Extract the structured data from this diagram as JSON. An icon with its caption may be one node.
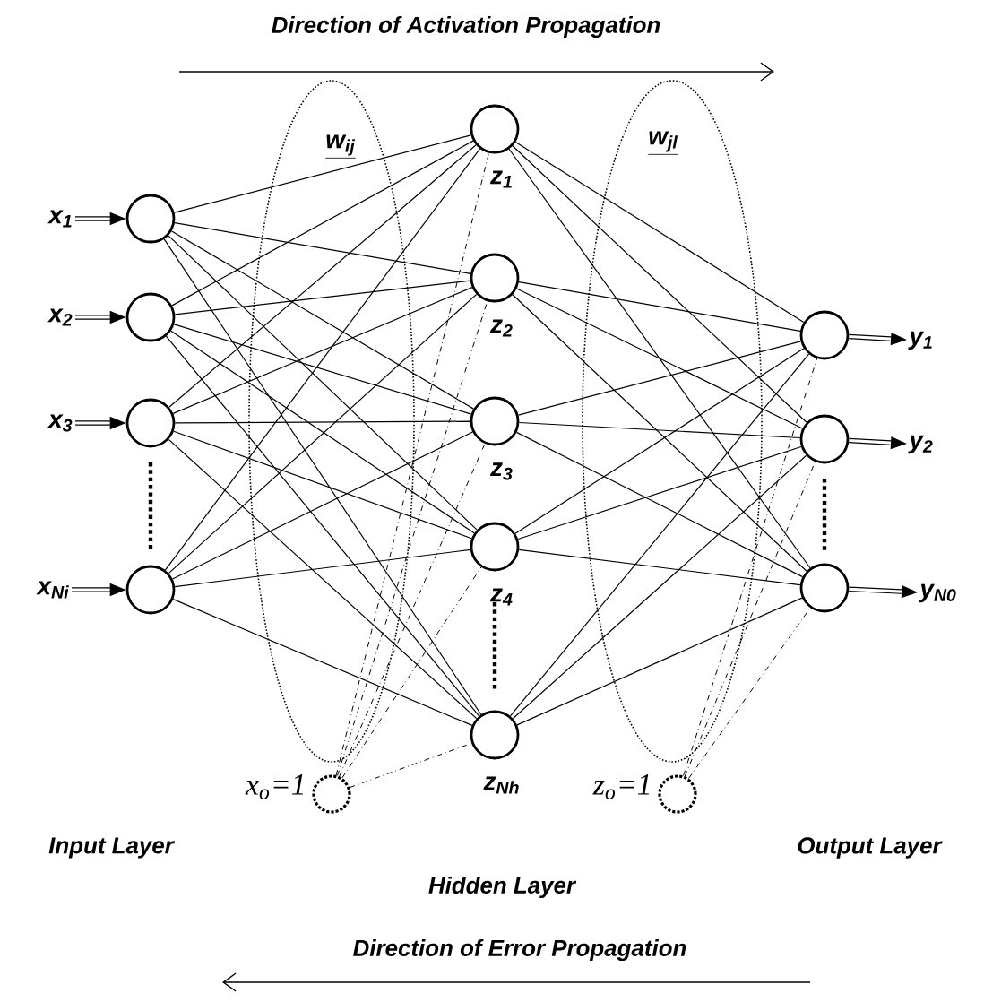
{
  "diagram": {
    "nodes": [
      {
        "text": [
          "x$_{1}$"
        ]
      },
      {
        "text": [
          "x$_{2}$"
        ]
      },
      {
        "text": [
          "x$_{3}$"
        ]
      },
      {
        "text": [
          "x$_{Ni}$"
        ]
      },
      {
        "text": [],
        "shape": "circle"
      },
      {
        "text": [],
        "shape": "circle"
      },
      {
        "text": [],
        "shape": "circle"
      },
      {
        "text": [],
        "shape": "circle"
      },
      {
        "text": [],
        "shape": "circle",
        "beside": [
          "z$_{1}$"
        ]
      },
      {
        "text": [],
        "shape": "circle",
        "beside": [
          "z$_{2}$"
        ]
      },
      {
        "text": [],
        "shape": "circle",
        "beside": [
          "z$_{3}$"
        ]
      },
      {
        "text": [],
        "shape": "circle",
        "beside": [
          "z$_{4}$"
        ]
      },
      {
        "text": [],
        "shape": "circle",
        "beside": [
          "z$_{Nh}$"
        ]
      },
      {
        "text": [],
        "shape": "circle"
      },
      {
        "text": [],
        "shape": "circle"
      },
      {
        "text": [],
        "shape": "circle"
      },
      {
        "text": [
          "y$_{1}$"
        ]
      },
      {
        "text": [
          "y$_{2}$"
        ]
      },
      {
        "text": [
          "y$_{N0}$"
        ]
      },
      {
        "text": [],
        "shape": "circle",
        "beside": [
          "x$_{o}$=1"
        ]
      },
      {
        "text": [],
        "shape": "circle",
        "beside": [
          "z$_{o}$=1"
        ]
      }
    ],
    "edges": [
      {
        "from": 0,
        "to": 4,
        "arrow": "to",
        "style": "thick"
      },
      {
        "from": 1,
        "to": 5,
        "arrow": "to",
        "style": "thick"
      },
      {
        "from": 2,
        "to": 6,
        "arrow": "to",
        "style": "thick"
      },
      {
        "from": 3,
        "to": 7,
        "arrow": "to",
        "style": "thick"
      },
      {
        "from": 4,
        "to": 8,
        "arrow": "none"
      },
      {
        "from": 4,
        "to": 9,
        "arrow": "none"
      },
      {
        "from": 4,
        "to": 10,
        "arrow": "none"
      },
      {
        "from": 4,
        "to": 11,
        "arrow": "none"
      },
      {
        "from": 4,
        "to": 12,
        "arrow": "none"
      },
      {
        "from": 5,
        "to": 8,
        "arrow": "none"
      },
      {
        "from": 5,
        "to": 9,
        "arrow": "none"
      },
      {
        "from": 5,
        "to": 10,
        "arrow": "none"
      },
      {
        "from": 5,
        "to": 11,
        "arrow": "none"
      },
      {
        "from": 5,
        "to": 12,
        "arrow": "none"
      },
      {
        "from": 6,
        "to": 8,
        "arrow": "none"
      },
      {
        "from": 6,
        "to": 9,
        "arrow": "none"
      },
      {
        "from": 6,
        "to": 10,
        "arrow": "none"
      },
      {
        "from": 6,
        "to": 11,
        "arrow": "none"
      },
      {
        "from": 6,
        "to": 12,
        "arrow": "none"
      },
      {
        "from": 7,
        "to": 8,
        "arrow": "none"
      },
      {
        "from": 7,
        "to": 9,
        "arrow": "none"
      },
      {
        "from": 7,
        "to": 10,
        "arrow": "none"
      },
      {
        "from": 7,
        "to": 11,
        "arrow": "none"
      },
      {
        "from": 7,
        "to": 12,
        "arrow": "none"
      },
      {
        "from": 19,
        "to": 8,
        "arrow": "none",
        "style": "dashed"
      },
      {
        "from": 19,
        "to": 9,
        "arrow": "none",
        "style": "dashed"
      },
      {
        "from": 19,
        "to": 10,
        "arrow": "none",
        "style": "dashed"
      },
      {
        "from": 19,
        "to": 11,
        "arrow": "none",
        "style": "dashed"
      },
      {
        "from": 19,
        "to": 12,
        "arrow": "none",
        "style": "dashed"
      },
      {
        "from": 8,
        "to": 13,
        "arrow": "none"
      },
      {
        "from": 8,
        "to": 14,
        "arrow": "none"
      },
      {
        "from": 8,
        "to": 15,
        "arrow": "none"
      },
      {
        "from": 9,
        "to": 13,
        "arrow": "none"
      },
      {
        "from": 9,
        "to": 14,
        "arrow": "none"
      },
      {
        "from": 9,
        "to": 15,
        "arrow": "none"
      },
      {
        "from": 10,
        "to": 13,
        "arrow": "none"
      },
      {
        "from": 10,
        "to": 14,
        "arrow": "none"
      },
      {
        "from": 10,
        "to": 15,
        "arrow": "none"
      },
      {
        "from": 11,
        "to": 13,
        "arrow": "none"
      },
      {
        "from": 11,
        "to": 14,
        "arrow": "none"
      },
      {
        "from": 11,
        "to": 15,
        "arrow": "none"
      },
      {
        "from": 12,
        "to": 13,
        "arrow": "none"
      },
      {
        "from": 12,
        "to": 14,
        "arrow": "none"
      },
      {
        "from": 12,
        "to": 15,
        "arrow": "none"
      },
      {
        "from": 20,
        "to": 13,
        "arrow": "none",
        "style": "dashed"
      },
      {
        "from": 20,
        "to": 14,
        "arrow": "none",
        "style": "dashed"
      },
      {
        "from": 20,
        "to": 15,
        "arrow": "none",
        "style": "dashed"
      },
      {
        "from": 13,
        "to": 16,
        "arrow": "to",
        "style": "thick"
      },
      {
        "from": 14,
        "to": 17,
        "arrow": "to",
        "style": "thick"
      },
      {
        "from": 15,
        "to": 18,
        "arrow": "to",
        "style": "thick"
      }
    ],
    "labels": [
      "Direction of Activation Propagation",
      "w$_{ij}$",
      "w$_{jl}$",
      "Input Layer",
      "Output Layer",
      "Hidden Layer",
      "Direction of Error Propagation"
    ]
  }
}
